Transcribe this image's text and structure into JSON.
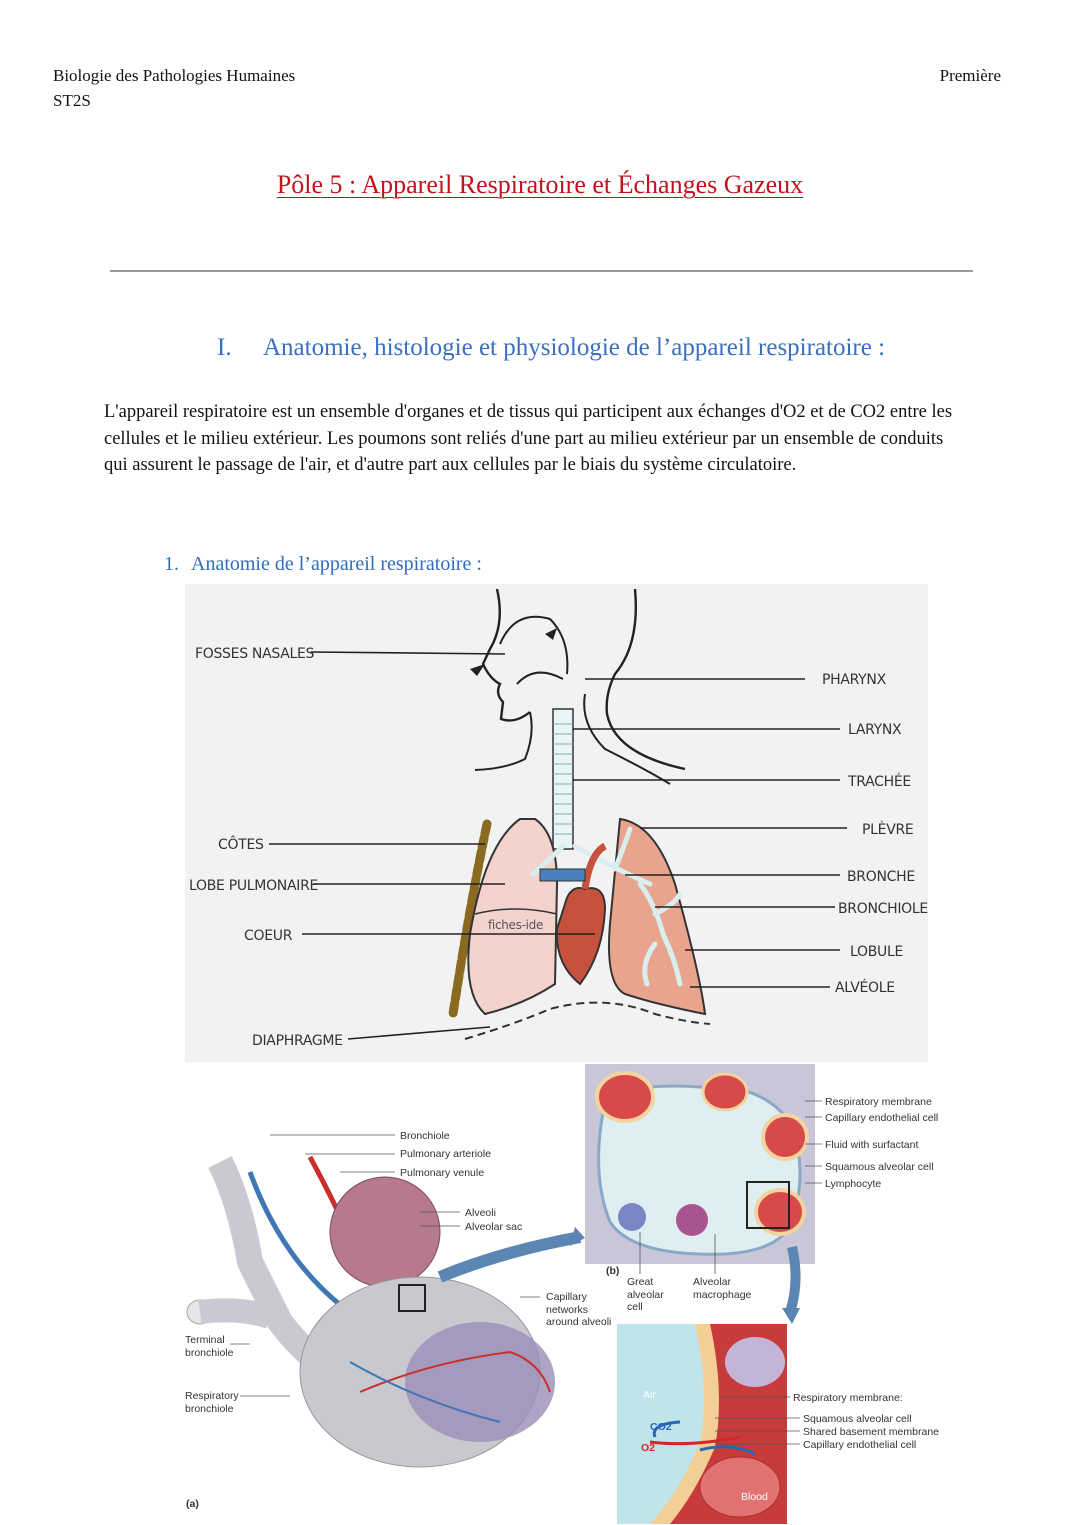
{
  "header": {
    "subject": "Biologie des Pathologies Humaines",
    "class": "ST2S",
    "level": "Première"
  },
  "page_title": "Pôle 5 : Appareil Respiratoire et Échanges Gazeux",
  "section": {
    "number": "I.",
    "title": "Anatomie, histologie et physiologie de l’appareil respiratoire :"
  },
  "intro_text": "L'appareil respiratoire est un ensemble d'organes et de tissus qui participent aux échanges d'O2 et de CO2 entre les cellules et le milieu extérieur. Les poumons sont reliés d'une part au milieu extérieur par un ensemble de conduits qui assurent le passage de l'air, et d'autre part aux cellules par le biais du système circulatoire.",
  "subsection": {
    "number": "1.",
    "title": "Anatomie de l’appareil respiratoire :"
  },
  "figure_anatomy": {
    "labels_left": [
      "FOSSES NASALES",
      "CÔTES",
      "LOBE PULMONAIRE",
      "COEUR",
      "DIAPHRAGME"
    ],
    "labels_right": [
      "PHARYNX",
      "LARYNX",
      "TRACHÉE",
      "PLÈVRE",
      "BRONCHE",
      "BRONCHIOLE",
      "LOBULE",
      "ALVÉOLE"
    ],
    "watermark": "fiches-ide"
  },
  "figure_alveoli": {
    "panel_a": {
      "marker": "(a)",
      "labels": [
        "Bronchiole",
        "Pulmonary arteriole",
        "Pulmonary venule",
        "Alveoli",
        "Alveolar sac",
        "Capillary networks around alveoli",
        "Terminal bronchiole",
        "Respiratory bronchiole"
      ]
    },
    "panel_b": {
      "marker": "(b)",
      "labels": [
        "Respiratory membrane",
        "Capillary endothelial cell",
        "Fluid with surfactant",
        "Squamous alveolar cell",
        "Lymphocyte",
        "Great alveolar cell",
        "Alveolar macrophage"
      ]
    },
    "panel_c": {
      "labels": [
        "Air",
        "Blood",
        "CO2",
        "O2"
      ],
      "membrane_title": "Respiratory membrane:",
      "membrane_parts": [
        "Squamous alveolar cell",
        "Shared basement membrane",
        "Capillary endothelial cell"
      ]
    }
  }
}
